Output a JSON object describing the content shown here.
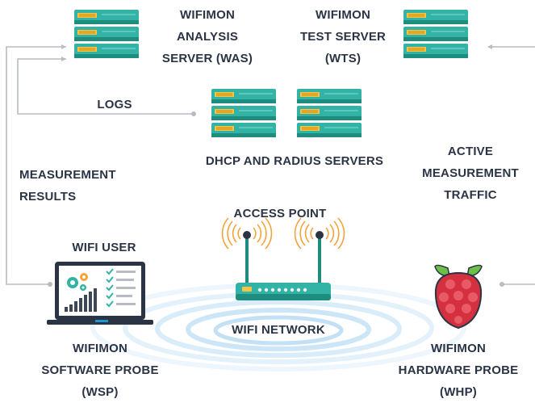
{
  "labels": {
    "was": [
      "WIFIMON",
      "ANALYSIS",
      "SERVER (WAS)"
    ],
    "wts": [
      "WIFIMON",
      "TEST SERVER",
      "(WTS)"
    ],
    "logs": "LOGS",
    "dhcp": "DHCP AND RADIUS SERVERS",
    "measurement_results": [
      "MEASUREMENT",
      "RESULTS"
    ],
    "active_traffic": [
      "ACTIVE",
      "MEASUREMENT",
      "TRAFFIC"
    ],
    "access_point": "ACCESS POINT",
    "wifi_user": "WIFI USER",
    "wifi_network": "WIFI NETWORK",
    "wsp": [
      "WIFIMON",
      "SOFTWARE PROBE",
      "(WSP)"
    ],
    "whp": [
      "WIFIMON",
      "HARDWARE PROBE",
      "(WHP)"
    ]
  },
  "colors": {
    "server_teal": "#33b3a6",
    "server_dark": "#1f8c80",
    "connector_gray": "#b8bcc2",
    "wave_blue": "#d8ecfa",
    "antenna_orange": "#f2a33a",
    "raspberry": "#d4303f",
    "leaf_green": "#6cc04a",
    "text_dark": "#2b3444"
  },
  "icons": {
    "servers": "server-stack-icon",
    "access_point": "wifi-router-icon",
    "laptop": "laptop-dashboard-icon",
    "probe": "raspberry-pi-icon"
  }
}
